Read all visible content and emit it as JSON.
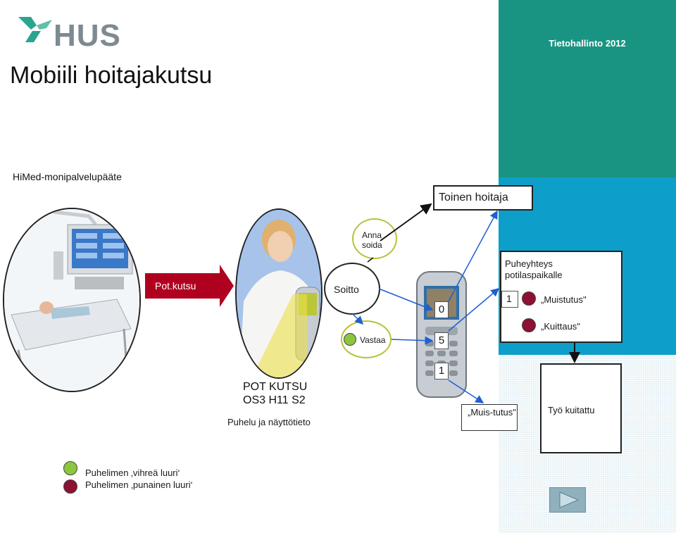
{
  "header": {
    "logo_text": "HUS",
    "org_label": "Tietohallinto 2012"
  },
  "slide": {
    "title": "Mobiili hoitajakutsu",
    "subtitle": "HiMed-monipalvelupääte"
  },
  "flow": {
    "pot_kutsu_label": "Pot.kutsu",
    "soitto_label": "Soitto",
    "anna_soida_label": "Anna soida",
    "vastaa_label": "Vastaa",
    "toinen_hoitaja_label": "Toinen hoitaja",
    "display_line1": "POT KUTSU",
    "display_line2": "OS3 H11 S2",
    "display_caption": "Puhelu ja näyttötieto",
    "key_0": "0",
    "key_5": "5",
    "key_1": "1",
    "muistutus_box_label": "„Muis-tutus\"",
    "tyo_kuitattu_label": "Työ kuitattu"
  },
  "puheyhteys": {
    "title": "Puheyhteys potilaspaikalle",
    "key_label": "1",
    "muistutus_label": "„Muistutus\"",
    "kuittaus_label": "„Kuittaus\""
  },
  "legend": {
    "green_label": "Puhelimen ‚vihreä luuri‘",
    "red_label": "Puhelimen ‚punainen luuri‘"
  },
  "colors": {
    "band_top": "#1a9482",
    "band_mid": "#0d9fc9",
    "pot_arrow": "#b00020",
    "green_key": "#8cc63f",
    "red_key": "#8c1133",
    "connector": "#1f5fd1"
  }
}
